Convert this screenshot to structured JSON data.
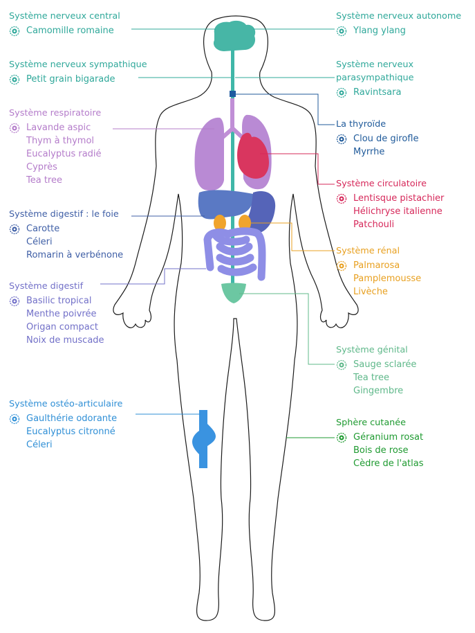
{
  "groups": [
    {
      "id": "snc",
      "title": "Système nerveux central",
      "color": "#2fa89a",
      "items": [
        "Camomille romaine"
      ]
    },
    {
      "id": "sns",
      "title": "Système nerveux sympathique",
      "color": "#2fa89a",
      "items": [
        "Petit grain bigarade"
      ]
    },
    {
      "id": "resp",
      "title": "Système respiratoire",
      "color": "#b47cca",
      "items": [
        "Lavande aspic",
        "Thym à thymol",
        "Eucalyptus radié",
        "Cyprès",
        "Tea tree"
      ]
    },
    {
      "id": "foie",
      "title": "Système digestif : le foie",
      "color": "#3f5fa6",
      "items": [
        "Carotte",
        "Céleri",
        "Romarin à verbénone"
      ]
    },
    {
      "id": "dig",
      "title": "Système digestif",
      "color": "#7270c8",
      "items": [
        "Basilic tropical",
        "Menthe poivrée",
        "Origan compact",
        "Noix de muscade"
      ]
    },
    {
      "id": "osteo",
      "title": "Système ostéo-articulaire",
      "color": "#2f8fd6",
      "items": [
        "Gaulthérie odorante",
        "Eucalyptus citronné",
        "Céleri"
      ]
    },
    {
      "id": "sna",
      "title": "Système nerveux autonome",
      "color": "#2fa89a",
      "items": [
        "Ylang ylang"
      ]
    },
    {
      "id": "snp",
      "title": "Système nerveux parasympathique",
      "title_lines": [
        "Système nerveux",
        "parasympathique"
      ],
      "color": "#2fa89a",
      "items": [
        "Ravintsara"
      ]
    },
    {
      "id": "thyro",
      "title": "La thyroïde",
      "color": "#1f5a9a",
      "items": [
        "Clou de girofle",
        "Myrrhe"
      ]
    },
    {
      "id": "circ",
      "title": "Système circulatoire",
      "color": "#d6285a",
      "items": [
        "Lentisque pistachier",
        "Hélichryse italienne",
        "Patchouli"
      ]
    },
    {
      "id": "renal",
      "title": "Système rénal",
      "color": "#e8a020",
      "items": [
        "Palmarosa",
        "Pamplemousse",
        "Livèche"
      ]
    },
    {
      "id": "genital",
      "title": "Système génital",
      "color": "#5fb88a",
      "items": [
        "Sauge sclarée",
        "Tea tree",
        "Gingembre"
      ]
    },
    {
      "id": "cutanee",
      "title": "Sphère cutanée",
      "color": "#1e9a30",
      "items": [
        "Géranium rosat",
        "Bois de rose",
        "Cèdre de l'atlas"
      ]
    }
  ],
  "icons": {
    "item_marker": "mandala-icon"
  }
}
